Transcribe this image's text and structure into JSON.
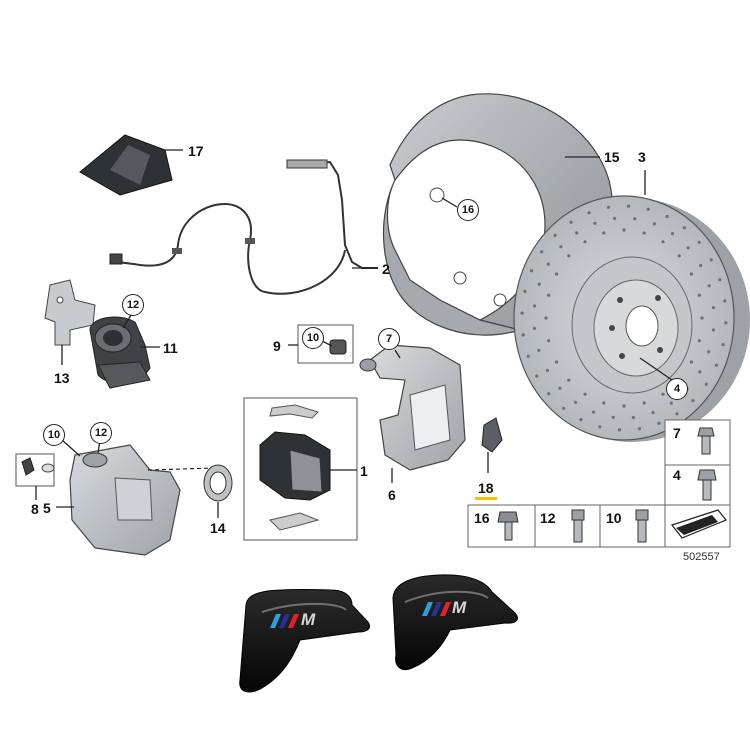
{
  "catalog_number": "502557",
  "callouts": {
    "n1": "1",
    "n2": "2",
    "n3": "3",
    "n4": "4",
    "n5": "5",
    "n6": "6",
    "n7": "7",
    "n8": "8",
    "n9": "9",
    "n10": "10",
    "n11": "11",
    "n12": "12",
    "n13": "13",
    "n14": "14",
    "n15": "15",
    "n16": "16",
    "n17": "17",
    "n18": "18"
  },
  "legend": {
    "row1": [
      "7",
      "4"
    ],
    "row2": [
      "16",
      "12",
      "10"
    ]
  },
  "badges": {
    "left_logo": "M",
    "right_logo": "M"
  },
  "colors": {
    "line": "#222222",
    "part_grey": "#b9bcbf",
    "part_dark": "#3a3d40",
    "badge_black": "#0b0b0b",
    "m_light_blue": "#2d9fe0",
    "m_dark_blue": "#2b2f8f",
    "m_red": "#e0232a",
    "highlight_yellow": "#f2c200"
  }
}
